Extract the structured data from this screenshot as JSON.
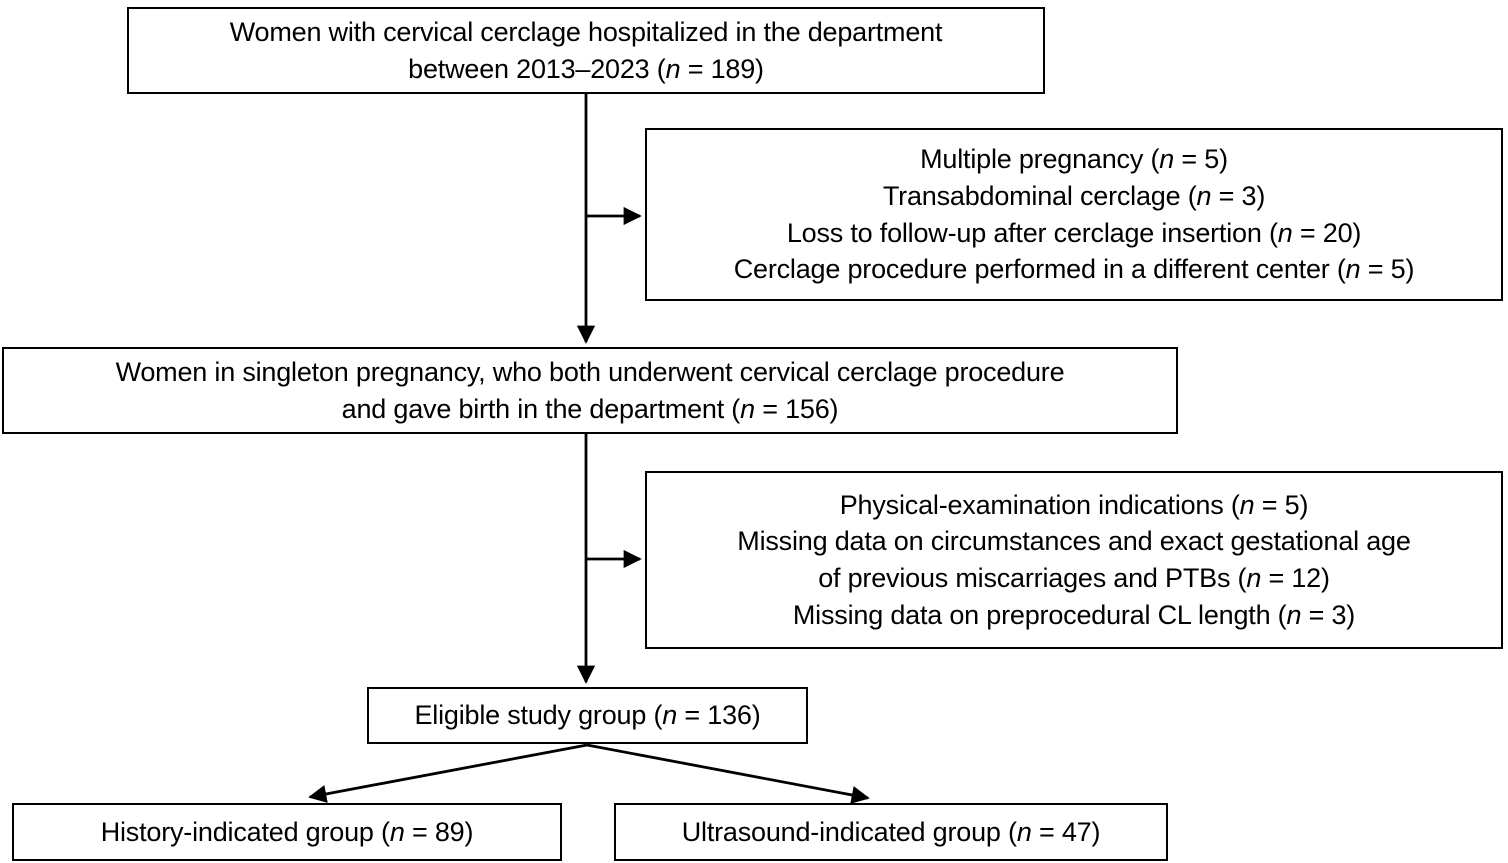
{
  "figure": {
    "bg_color": "#ffffff",
    "line_color": "#000000",
    "boxes": {
      "enrollment": {
        "lines": [
          [
            {
              "text": "Women with cervical cerclage hospitalized in the department"
            }
          ],
          [
            {
              "text": "between 2013–2023 ("
            },
            {
              "text": "n",
              "italic": true
            },
            {
              "text": " = 189)"
            }
          ]
        ]
      },
      "exclusion1": {
        "lines": [
          [
            {
              "text": "Multiple pregnancy ("
            },
            {
              "text": "n",
              "italic": true
            },
            {
              "text": " = 5)"
            }
          ],
          [
            {
              "text": "Transabdominal cerclage ("
            },
            {
              "text": "n",
              "italic": true
            },
            {
              "text": " = 3)"
            }
          ],
          [
            {
              "text": "Loss to follow-up after cerclage insertion ("
            },
            {
              "text": "n",
              "italic": true
            },
            {
              "text": " = 20)"
            }
          ],
          [
            {
              "text": "Cerclage procedure performed in a different center ("
            },
            {
              "text": "n",
              "italic": true
            },
            {
              "text": " = 5)"
            }
          ]
        ]
      },
      "singleton": {
        "lines": [
          [
            {
              "text": "Women in singleton pregnancy, who both underwent cervical cerclage procedure"
            }
          ],
          [
            {
              "text": "and gave birth in the department ("
            },
            {
              "text": "n",
              "italic": true
            },
            {
              "text": " = 156)"
            }
          ]
        ]
      },
      "exclusion2": {
        "lines": [
          [
            {
              "text": "Physical-examination indications ("
            },
            {
              "text": "n",
              "italic": true
            },
            {
              "text": " = 5)"
            }
          ],
          [
            {
              "text": "Missing data on circumstances and exact gestational age"
            }
          ],
          [
            {
              "text": "of previous miscarriages and PTBs ("
            },
            {
              "text": "n",
              "italic": true
            },
            {
              "text": " = 12)"
            }
          ],
          [
            {
              "text": "Missing data on preprocedural CL length ("
            },
            {
              "text": "n",
              "italic": true
            },
            {
              "text": " = 3)"
            }
          ]
        ]
      },
      "eligible": {
        "lines": [
          [
            {
              "text": "Eligible study group ("
            },
            {
              "text": "n",
              "italic": true
            },
            {
              "text": " = 136)"
            }
          ]
        ]
      },
      "history": {
        "lines": [
          [
            {
              "text": "History-indicated group ("
            },
            {
              "text": "n",
              "italic": true
            },
            {
              "text": " = 89)"
            }
          ]
        ]
      },
      "ultrasound": {
        "lines": [
          [
            {
              "text": "Ultrasound-indicated group ("
            },
            {
              "text": "n",
              "italic": true
            },
            {
              "text": " = 47)"
            }
          ]
        ]
      }
    }
  }
}
